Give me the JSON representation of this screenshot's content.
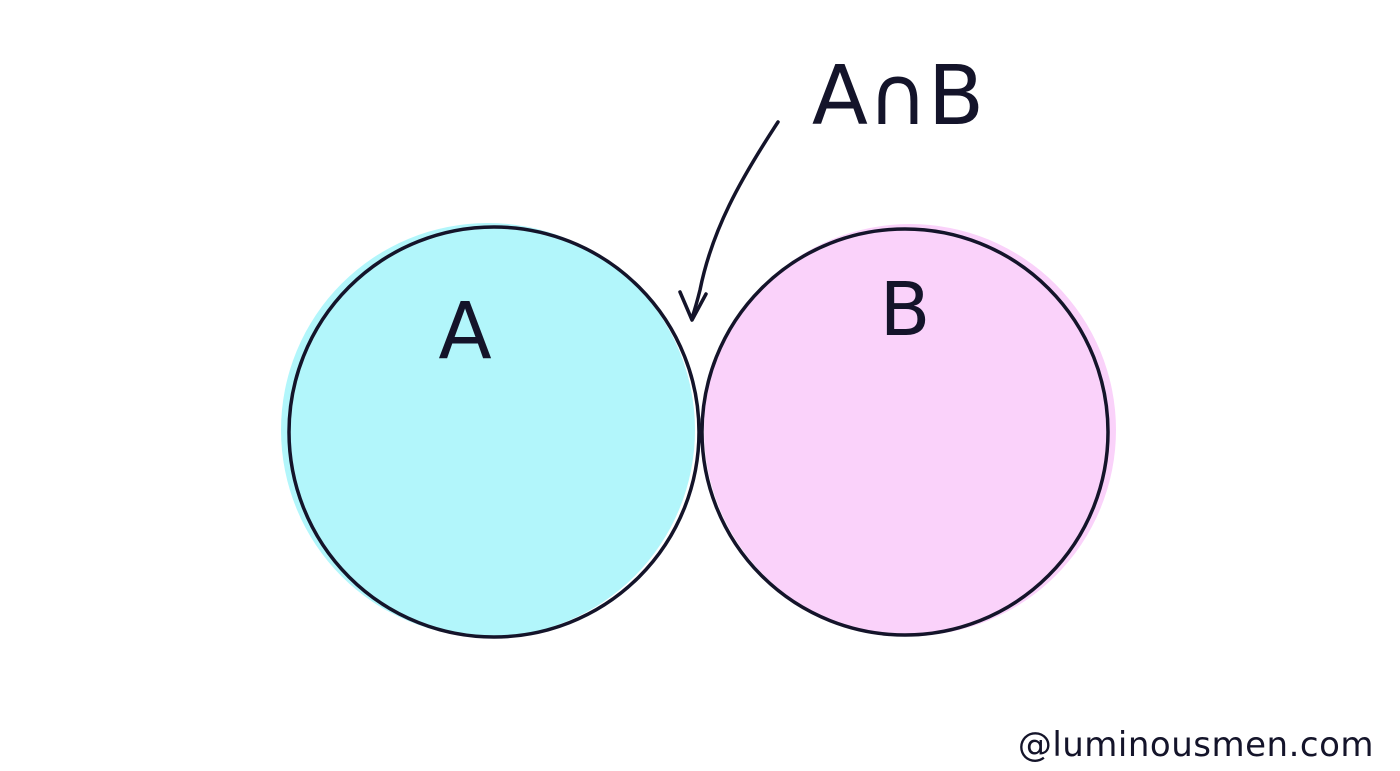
{
  "diagram": {
    "set_a_label": "A",
    "set_b_label": "B",
    "intersection_label": "A∩B",
    "colors": {
      "set_a_fill": "#b2f6fb",
      "set_b_fill": "#fad2fa",
      "intersection_fill": "#c5cef5",
      "outline": "#14142a"
    }
  },
  "credit": {
    "handle": "@luminousmen.com"
  }
}
